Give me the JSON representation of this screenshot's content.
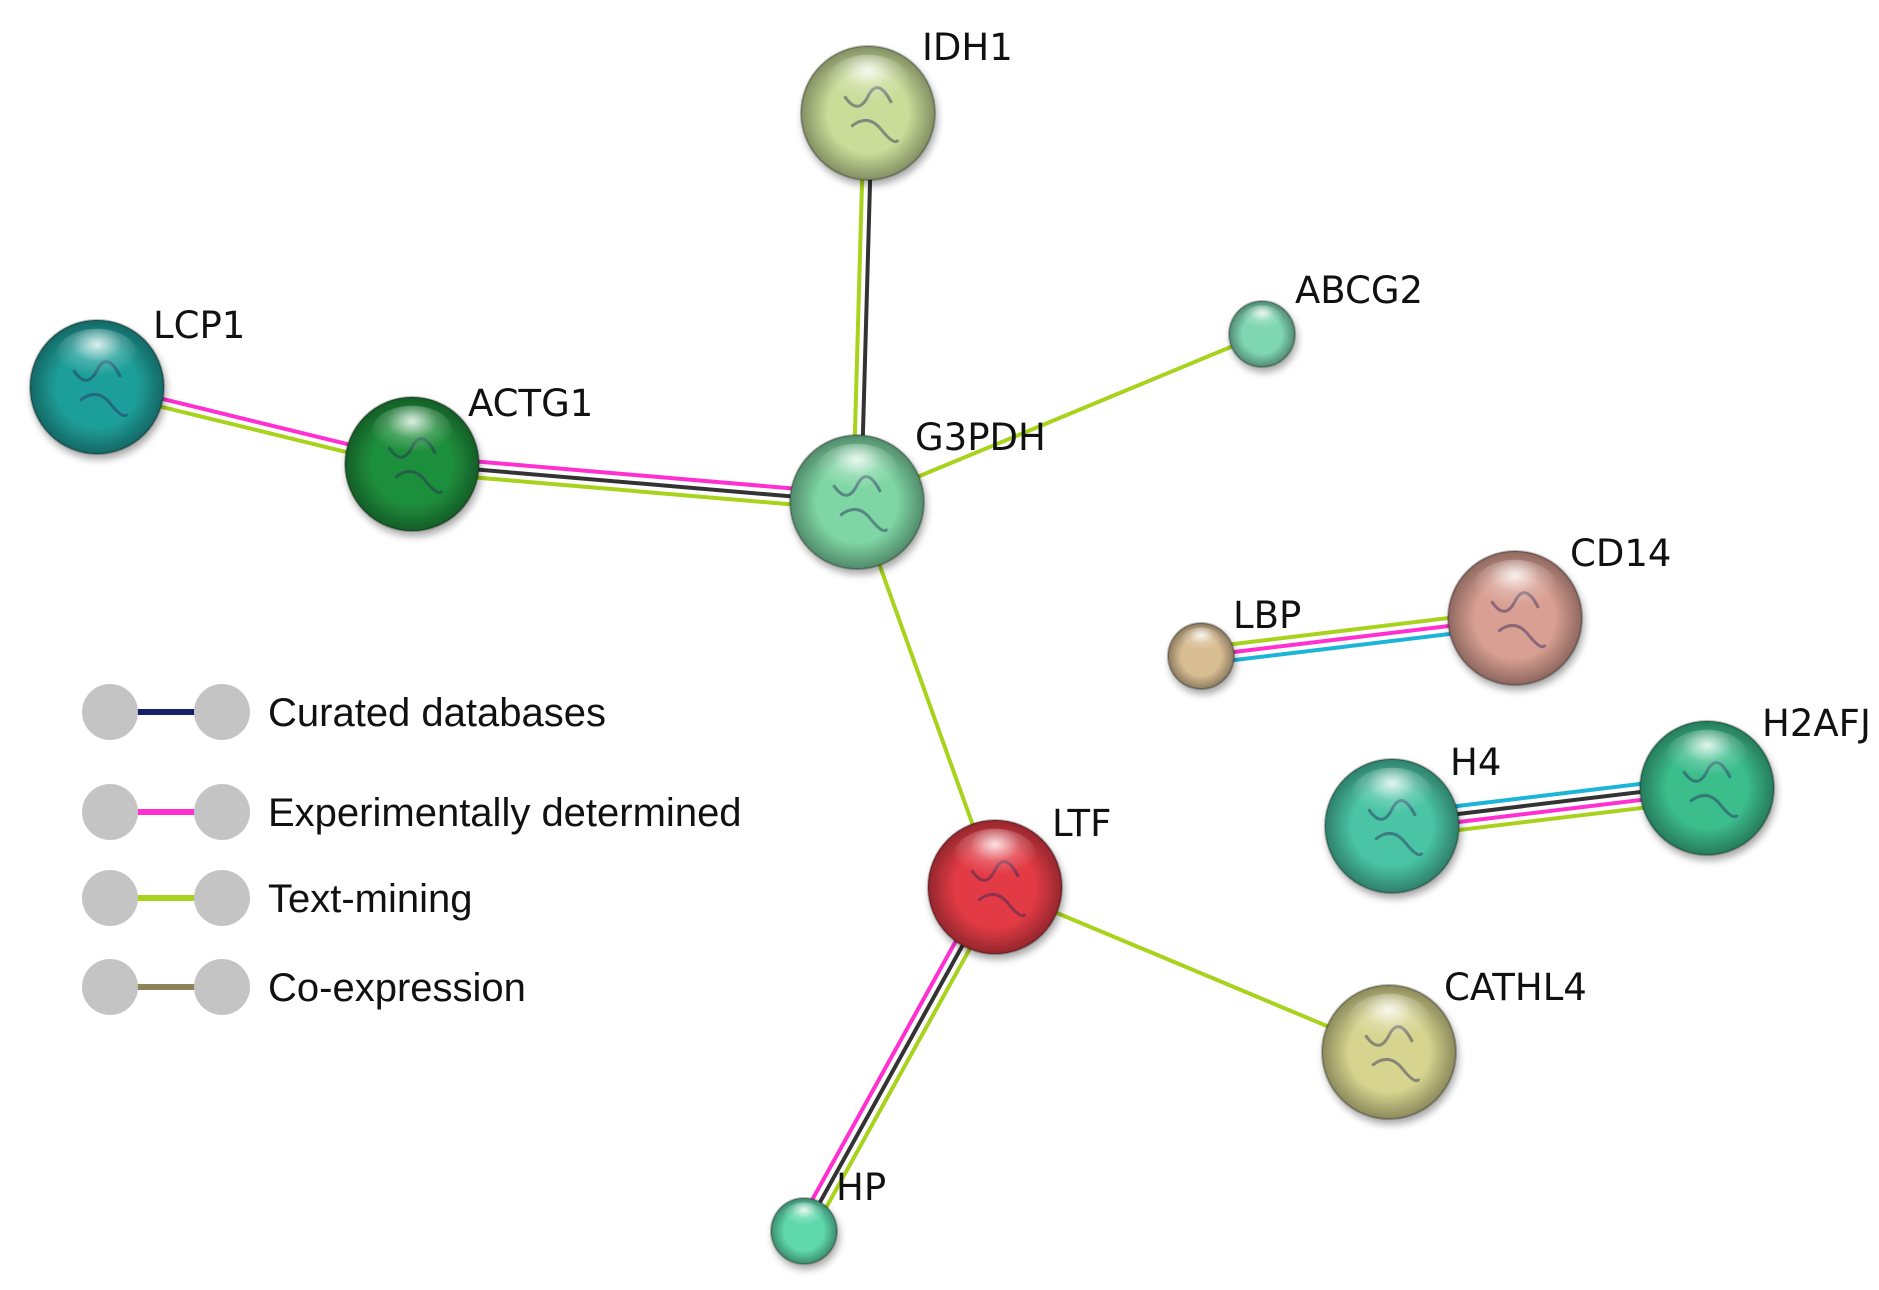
{
  "colors": {
    "curated_databases": "#17216a",
    "experimentally_determined": "#ff2fd2",
    "text_mining": "#a8d31c",
    "co_expression": "#8c8456",
    "gene_fusion_cyan": "#1bb5d8",
    "black_edge": "#333333",
    "legend_node": "#c4c4c4"
  },
  "legend": [
    {
      "id": "curated",
      "label": "Curated databases",
      "color": "#17216a"
    },
    {
      "id": "experimental",
      "label": "Experimentally determined",
      "color": "#ff2fd2"
    },
    {
      "id": "textmining",
      "label": "Text-mining",
      "color": "#a8d31c"
    },
    {
      "id": "coexpression",
      "label": "Co-expression",
      "color": "#8c8456"
    }
  ],
  "nodes": [
    {
      "id": "IDH1",
      "label": "IDH1",
      "color": "#c9dc98"
    },
    {
      "id": "ABCG2",
      "label": "ABCG2",
      "color": "#7fd6b3"
    },
    {
      "id": "LCP1",
      "label": "LCP1",
      "color": "#1f9f9a"
    },
    {
      "id": "ACTG1",
      "label": "ACTG1",
      "color": "#1f8f3c"
    },
    {
      "id": "G3PDH",
      "label": "G3PDH",
      "color": "#7ed6a4"
    },
    {
      "id": "CD14",
      "label": "CD14",
      "color": "#d99f92"
    },
    {
      "id": "LBP",
      "label": "LBP",
      "color": "#d8bd93"
    },
    {
      "id": "H4",
      "label": "H4",
      "color": "#49c4a4"
    },
    {
      "id": "H2AFJ",
      "label": "H2AFJ",
      "color": "#3bbd8c"
    },
    {
      "id": "LTF",
      "label": "LTF",
      "color": "#e33b45"
    },
    {
      "id": "CATHL4",
      "label": "CATHL4",
      "color": "#d6d48e"
    },
    {
      "id": "HP",
      "label": "HP",
      "color": "#5ed8ad"
    }
  ],
  "edges": [
    {
      "source": "LCP1",
      "target": "ACTG1",
      "channels": [
        "experimentally_determined",
        "text_mining"
      ]
    },
    {
      "source": "ACTG1",
      "target": "G3PDH",
      "channels": [
        "experimentally_determined",
        "black_edge",
        "text_mining"
      ]
    },
    {
      "source": "IDH1",
      "target": "G3PDH",
      "channels": [
        "black_edge",
        "text_mining"
      ]
    },
    {
      "source": "ABCG2",
      "target": "G3PDH",
      "channels": [
        "text_mining"
      ]
    },
    {
      "source": "G3PDH",
      "target": "LTF",
      "channels": [
        "text_mining"
      ]
    },
    {
      "source": "LTF",
      "target": "CATHL4",
      "channels": [
        "text_mining"
      ]
    },
    {
      "source": "LTF",
      "target": "HP",
      "channels": [
        "text_mining",
        "black_edge",
        "experimentally_determined"
      ]
    },
    {
      "source": "LBP",
      "target": "CD14",
      "channels": [
        "text_mining",
        "experimentally_determined",
        "gene_fusion_cyan"
      ]
    },
    {
      "source": "H4",
      "target": "H2AFJ",
      "channels": [
        "gene_fusion_cyan",
        "black_edge",
        "experimentally_determined",
        "text_mining"
      ]
    }
  ]
}
